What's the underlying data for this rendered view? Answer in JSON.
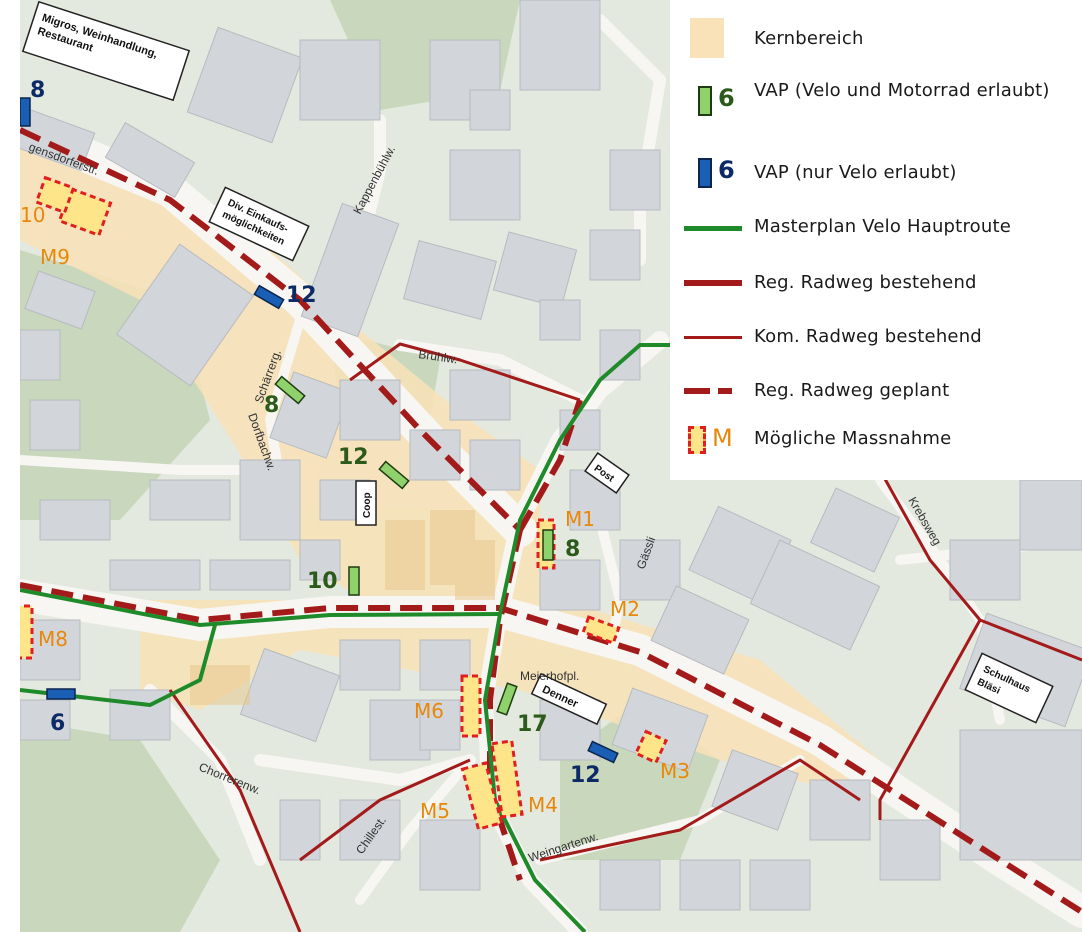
{
  "legend": {
    "core_area": "Kernbereich",
    "vap_moto_count": "6",
    "vap_moto": "VAP (Velo und Motorrad erlaubt)",
    "vap_velo_count": "6",
    "vap_velo": "VAP (nur Velo erlaubt)",
    "main_route": "Masterplan Velo Hauptroute",
    "reg_existing": "Reg. Radweg bestehend",
    "kom_existing": "Kom. Radweg bestehend",
    "reg_planned": "Reg. Radweg geplant",
    "measure_letter": "M",
    "measure": "Mögliche Massnahme"
  },
  "streets": {
    "regensdorferstr": "gensdorferstr.",
    "kappenbuehlw": "Kappenbühlw.",
    "bruehlw": "Brühlw.",
    "schaerrerg": "Schärrerg.",
    "dorfbachw": "Dorfbachw.",
    "gaessli": "Gässli",
    "krebsweg": "Krebsweg",
    "meierhofpl": "Meierhofpl.",
    "chorrerenw": "Chorrerenw.",
    "chillesteig": "Chillest.",
    "weingartenw": "Weingartenw."
  },
  "places": {
    "migros_line1": "Migros, Weinhandlung,",
    "migros_line2": "Restaurant",
    "einkauf_line1": "Div. Einkaufs-",
    "einkauf_line2": "möglichkeiten",
    "coop": "Coop",
    "post": "Post",
    "denner": "Denner",
    "schulhaus_line1": "Schulhaus",
    "schulhaus_line2": "Bläsi"
  },
  "parking": {
    "p_nw_8": "8",
    "p_12_top": "12",
    "p_8_schaerrer": "8",
    "p_12_coop": "12",
    "p_10": "10",
    "p_8_post": "8",
    "p_17": "17",
    "p_12_bottom": "12",
    "p_6_west": "6"
  },
  "measures": {
    "m1": "M1",
    "m2": "M2",
    "m3": "M3",
    "m4": "M4",
    "m5": "M5",
    "m6": "M6",
    "m8": "M8",
    "m9": "M9",
    "m10": "10"
  },
  "colors": {
    "background": "#e4e9df",
    "green_area": "#c9d8bc",
    "building": "#d2d5d9",
    "core_area": "#f9e2b7",
    "road": "#f7f6f2",
    "reg_route": "#a31a1a",
    "main_route": "#1f8a2a",
    "vap_moto": "#8fd16a",
    "vap_velo": "#1a5fb4",
    "label_green": "#2b5a1b",
    "label_blue": "#0d2a66",
    "measure_fill": "#ffe58a",
    "measure_outline": "#e02020",
    "measure_label": "#e8880a"
  }
}
